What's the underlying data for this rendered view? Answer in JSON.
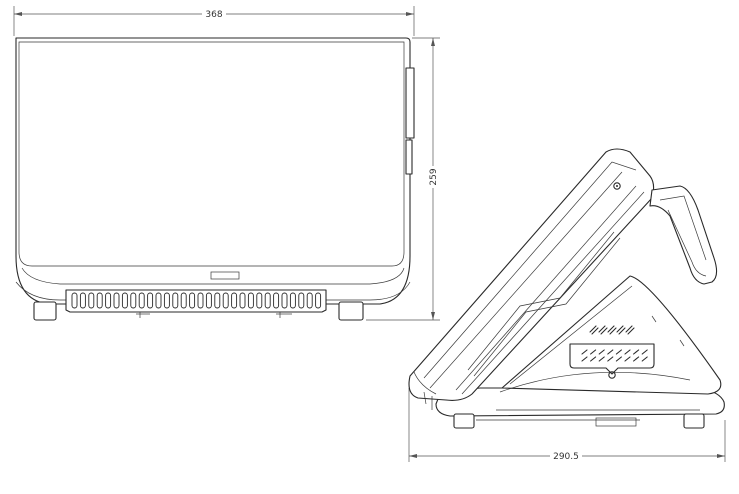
{
  "dimensions": {
    "front_width": "368",
    "front_height": "259",
    "side_depth": "290.5"
  }
}
